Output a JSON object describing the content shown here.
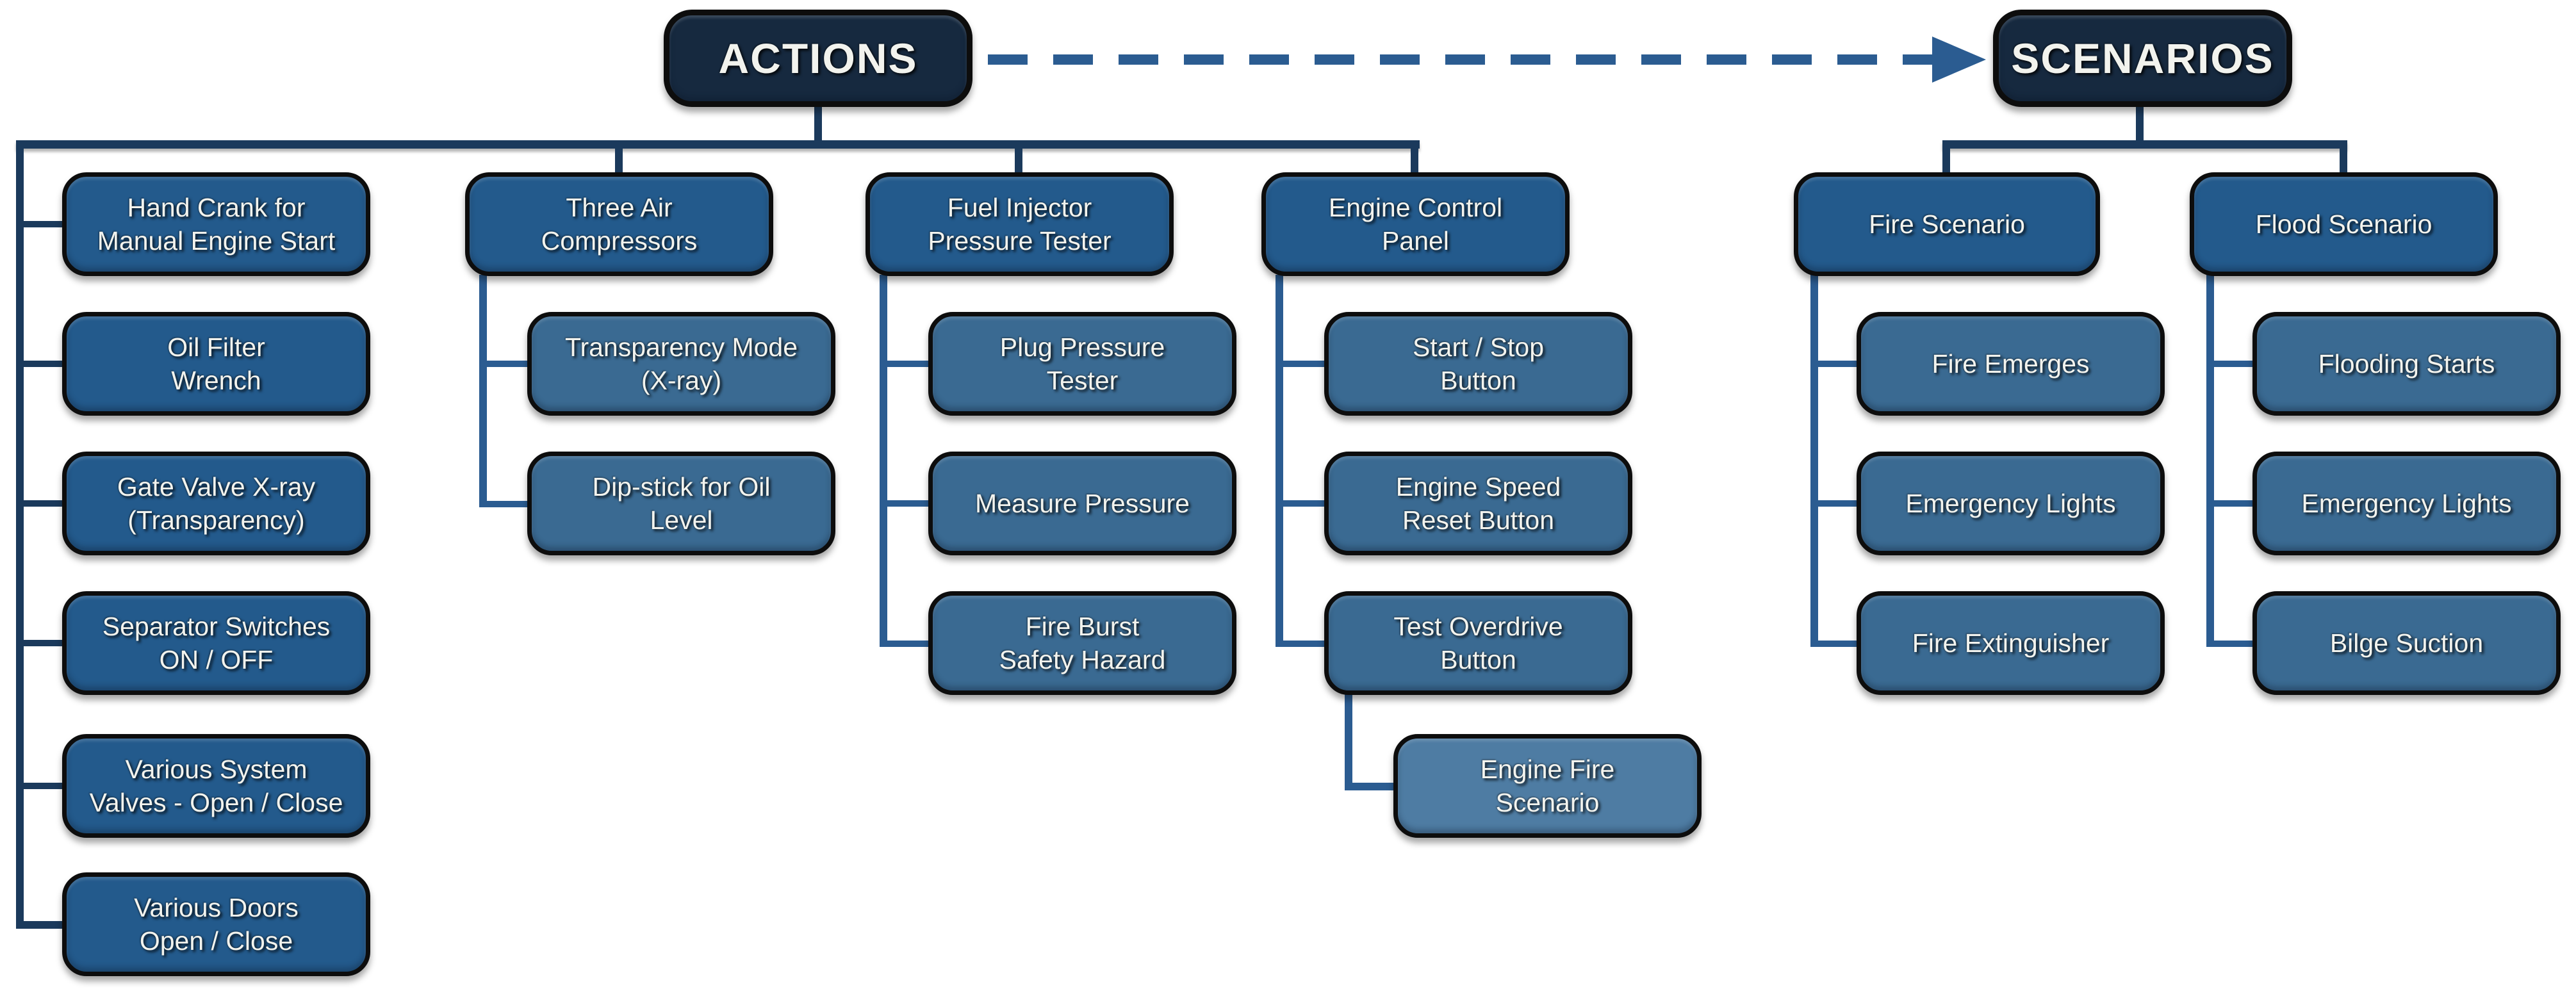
{
  "diagram_type": "hierarchy-flowchart",
  "colors": {
    "header_fill": "#16293f",
    "level1_fill": "#235a8c",
    "level2_fill": "#3a6a92",
    "level3_fill": "#4e7ca3",
    "node_border": "#0d0d0d",
    "connector_dark": "#1b3a5c",
    "connector_mid": "#2b5c91",
    "text": "#f2f3ee",
    "background": "#ffffff"
  },
  "actions": {
    "title": "ACTIONS",
    "columns": [
      {
        "parent": null,
        "items": [
          {
            "label": "Hand Crank for\nManual Engine Start"
          },
          {
            "label": "Oil Filter\nWrench"
          },
          {
            "label": "Gate Valve X-ray\n(Transparency)"
          },
          {
            "label": "Separator Switches\nON / OFF"
          },
          {
            "label": "Various System\nValves - Open / Close"
          },
          {
            "label": "Various Doors\nOpen / Close"
          }
        ]
      },
      {
        "parent": {
          "label": "Three Air\nCompressors"
        },
        "items": [
          {
            "label": "Transparency Mode\n(X-ray)"
          },
          {
            "label": "Dip-stick for Oil\nLevel"
          }
        ]
      },
      {
        "parent": {
          "label": "Fuel Injector\nPressure Tester"
        },
        "items": [
          {
            "label": "Plug Pressure\nTester"
          },
          {
            "label": "Measure Pressure"
          },
          {
            "label": "Fire Burst\nSafety Hazard"
          }
        ]
      },
      {
        "parent": {
          "label": "Engine Control\nPanel"
        },
        "items": [
          {
            "label": "Start / Stop\nButton"
          },
          {
            "label": "Engine Speed\nReset Button"
          },
          {
            "label": "Test Overdrive\nButton"
          }
        ],
        "sub": {
          "label": "Engine Fire\nScenario",
          "parent_item": "Test Overdrive Button"
        }
      }
    ]
  },
  "scenarios": {
    "title": "SCENARIOS",
    "columns": [
      {
        "parent": {
          "label": "Fire Scenario"
        },
        "items": [
          {
            "label": "Fire Emerges"
          },
          {
            "label": "Emergency Lights"
          },
          {
            "label": "Fire Extinguisher"
          }
        ]
      },
      {
        "parent": {
          "label": "Flood Scenario"
        },
        "items": [
          {
            "label": "Flooding Starts"
          },
          {
            "label": "Emergency Lights"
          },
          {
            "label": "Bilge Suction"
          }
        ]
      }
    ]
  },
  "arrow": {
    "from": "ACTIONS",
    "to": "SCENARIOS",
    "style": "dashed"
  }
}
